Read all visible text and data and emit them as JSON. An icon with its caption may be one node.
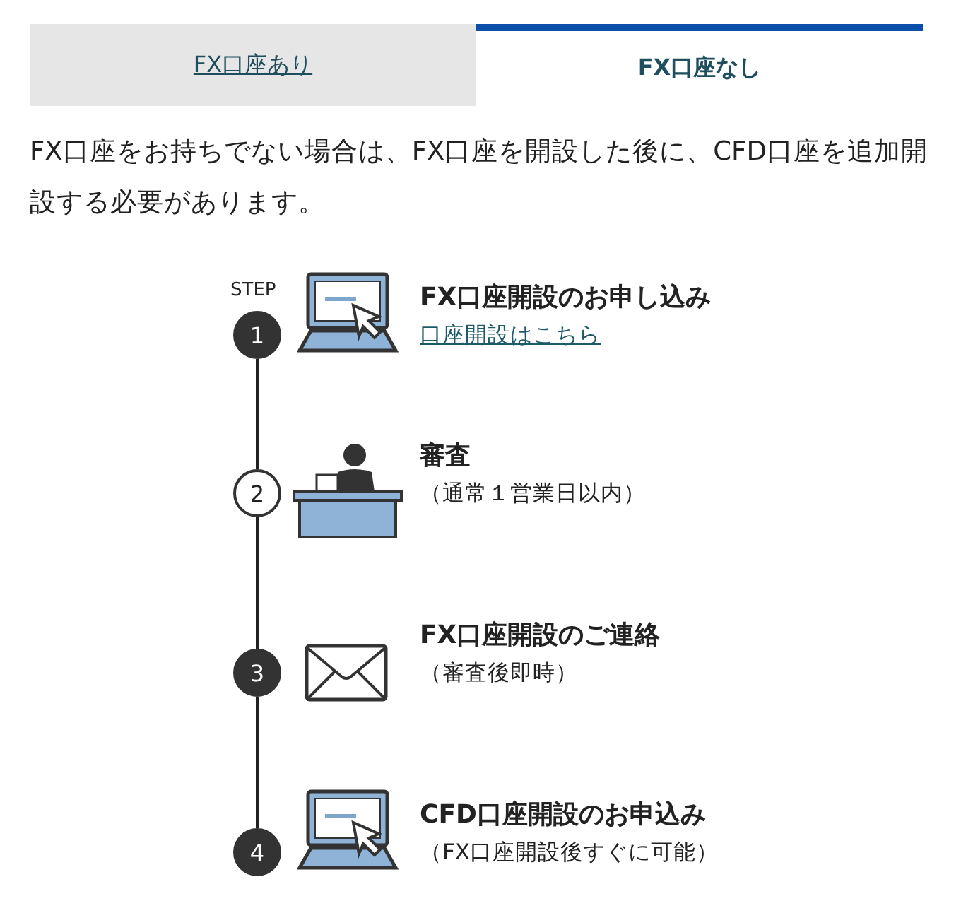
{
  "diagram": {
    "nodes": [
      {
        "text": [
          "1"
        ],
        "beside": [
          "FX口座開設のお申し込み",
          "口座開設はこちら"
        ]
      },
      {
        "text": [
          "2"
        ],
        "beside": [
          "審査",
          "（通常１営業日以内）"
        ]
      },
      {
        "text": [
          "3"
        ],
        "beside": [
          "FX口座開設のご連絡",
          "（審査後即時）"
        ]
      },
      {
        "text": [
          "4"
        ],
        "beside": [
          "CFD口座開設のお申込み",
          "（FX口座開設後すぐに可能）"
        ]
      }
    ],
    "edges": [
      {
        "from": 0,
        "to": 1,
        "arrow": "none"
      },
      {
        "from": 1,
        "to": 2,
        "arrow": "none"
      },
      {
        "from": 2,
        "to": 3,
        "arrow": "none"
      }
    ],
    "labels": [
      "FX口座あり",
      "FX口座なし",
      "FX口座をお持ちでない場合は、FX口座を開設した後に、CFD口座を追加開設する必要があります。",
      "STEP"
    ]
  }
}
